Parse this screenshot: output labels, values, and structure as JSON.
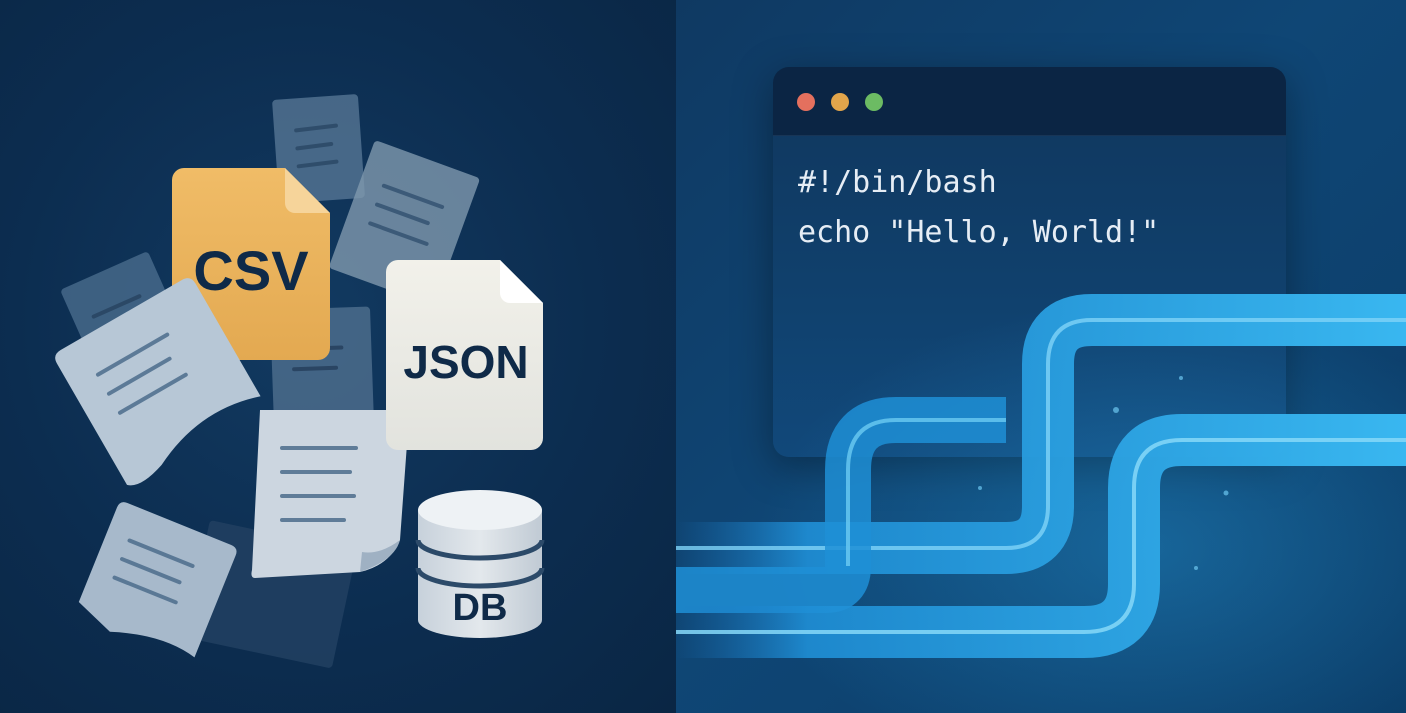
{
  "files": {
    "csv_label": "CSV",
    "json_label": "JSON",
    "db_label": "DB"
  },
  "terminal": {
    "lines": [
      "#!/bin/bash",
      "echo \"Hello, World!\""
    ]
  },
  "colors": {
    "background_left": "#0c2d50",
    "background_right": "#0f4675",
    "csv_file": "#e9b35f",
    "json_file": "#ecebe4",
    "paper": "#b7c7d6",
    "terminal_header": "#0b2544",
    "dot_red": "#e4705e",
    "dot_yellow": "#e2a54b",
    "dot_green": "#6cbb63",
    "pipe": "#2ea3e3"
  }
}
